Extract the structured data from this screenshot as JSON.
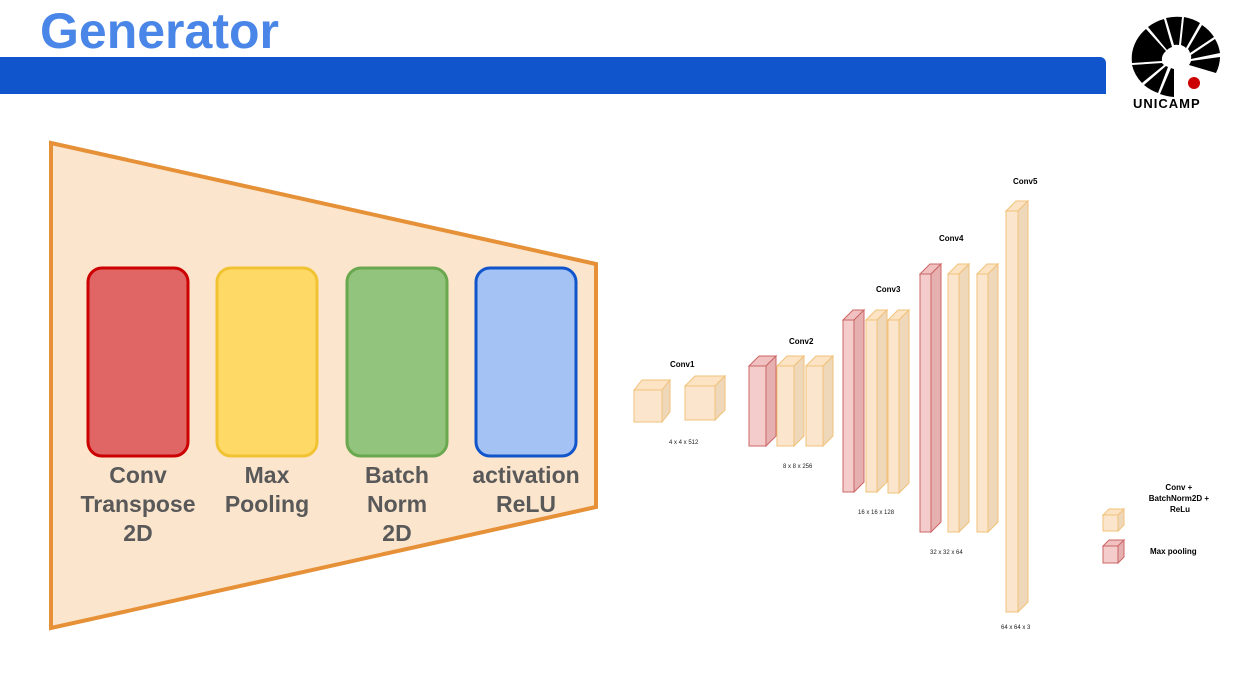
{
  "slide": {
    "title": "Generator",
    "logo_text": "UNICAMP"
  },
  "block": {
    "items": [
      {
        "lines": [
          "Conv",
          "Transpose",
          "2D"
        ],
        "fill": "#e06666",
        "stroke": "#cc0000"
      },
      {
        "lines": [
          "Max",
          "Pooling"
        ],
        "fill": "#ffd966",
        "stroke": "#f1c232"
      },
      {
        "lines": [
          "Batch",
          "Norm",
          "2D"
        ],
        "fill": "#93c47d",
        "stroke": "#6aa84f"
      },
      {
        "lines": [
          "activation",
          "ReLU"
        ],
        "fill": "#a4c2f4",
        "stroke": "#1155cc"
      }
    ],
    "frame_fill": "#fce5cd",
    "frame_stroke": "#e69138"
  },
  "network": {
    "layers": [
      {
        "name": "Conv1",
        "dims": "4 x 4 x 512"
      },
      {
        "name": "Conv2",
        "dims": "8 x 8 x 256"
      },
      {
        "name": "Conv3",
        "dims": "16 x 16 x 128"
      },
      {
        "name": "Conv4",
        "dims": "32 x 32 x 64"
      },
      {
        "name": "Conv5",
        "dims": "64 x 64 x 3"
      }
    ],
    "legend": [
      {
        "lines": [
          "Conv +",
          "BatchNorm2D +",
          "ReLu"
        ],
        "color": "#fce5cd"
      },
      {
        "lines": [
          "Max pooling"
        ],
        "color": "#f4cccc"
      }
    ]
  }
}
